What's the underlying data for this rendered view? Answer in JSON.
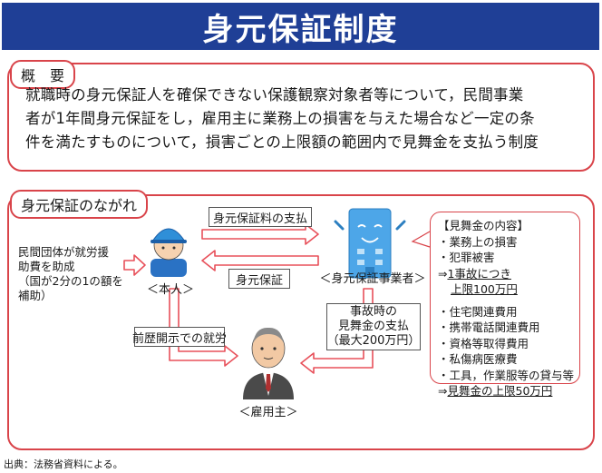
{
  "title": "身元保証制度",
  "overview": {
    "label": "概　要",
    "lines": [
      "就職時の身元保証人を確保できない保護観察対象者等について，民間事業",
      "者が1年間身元保証をし，雇用主に業務上の損害を与えた場合など一定の条",
      "件を満たすものについて，損害ごとの上限額の範囲内で見舞金を支払う制度"
    ]
  },
  "flow": {
    "label": "身元保証のながれ",
    "private_org_note": [
      "民間団体が就労援",
      "助費を助成",
      "（国が2分の1の額を",
      "補助）"
    ],
    "fee_payment": "身元保証料の支払",
    "guarantee": "身元保証",
    "disclosure_employment": "前歴開示での就労",
    "accident_payment": [
      "事故時の",
      "見舞金の支払",
      "（最大200万円）"
    ],
    "person_label": "＜本人＞",
    "provider_label": "＜身元保証事業者＞",
    "employer_label": "＜雇用主＞"
  },
  "details": {
    "heading": "【見舞金の内容】",
    "group1": [
      "・業務上の損害",
      "・犯罪被害"
    ],
    "group1_limit_prefix": "⇒",
    "group1_limit_line1": "1事故につき",
    "group1_limit_line2": "上限100万円",
    "group2": [
      "・住宅関連費用",
      "・携帯電話関連費用",
      "・資格等取得費用",
      "・私傷病医療費",
      "・工具，作業服等の貸与等"
    ],
    "group2_limit_prefix": "⇒",
    "group2_limit": "見舞金の上限50万円"
  },
  "footer": "出典：法務省資料による。",
  "colors": {
    "title_bg": "#1f3f96",
    "frame_red": "#d9444a",
    "arrow_red": "#e8505a",
    "building_blue": "#4da6e8",
    "helmet_blue": "#2f8fd8"
  }
}
